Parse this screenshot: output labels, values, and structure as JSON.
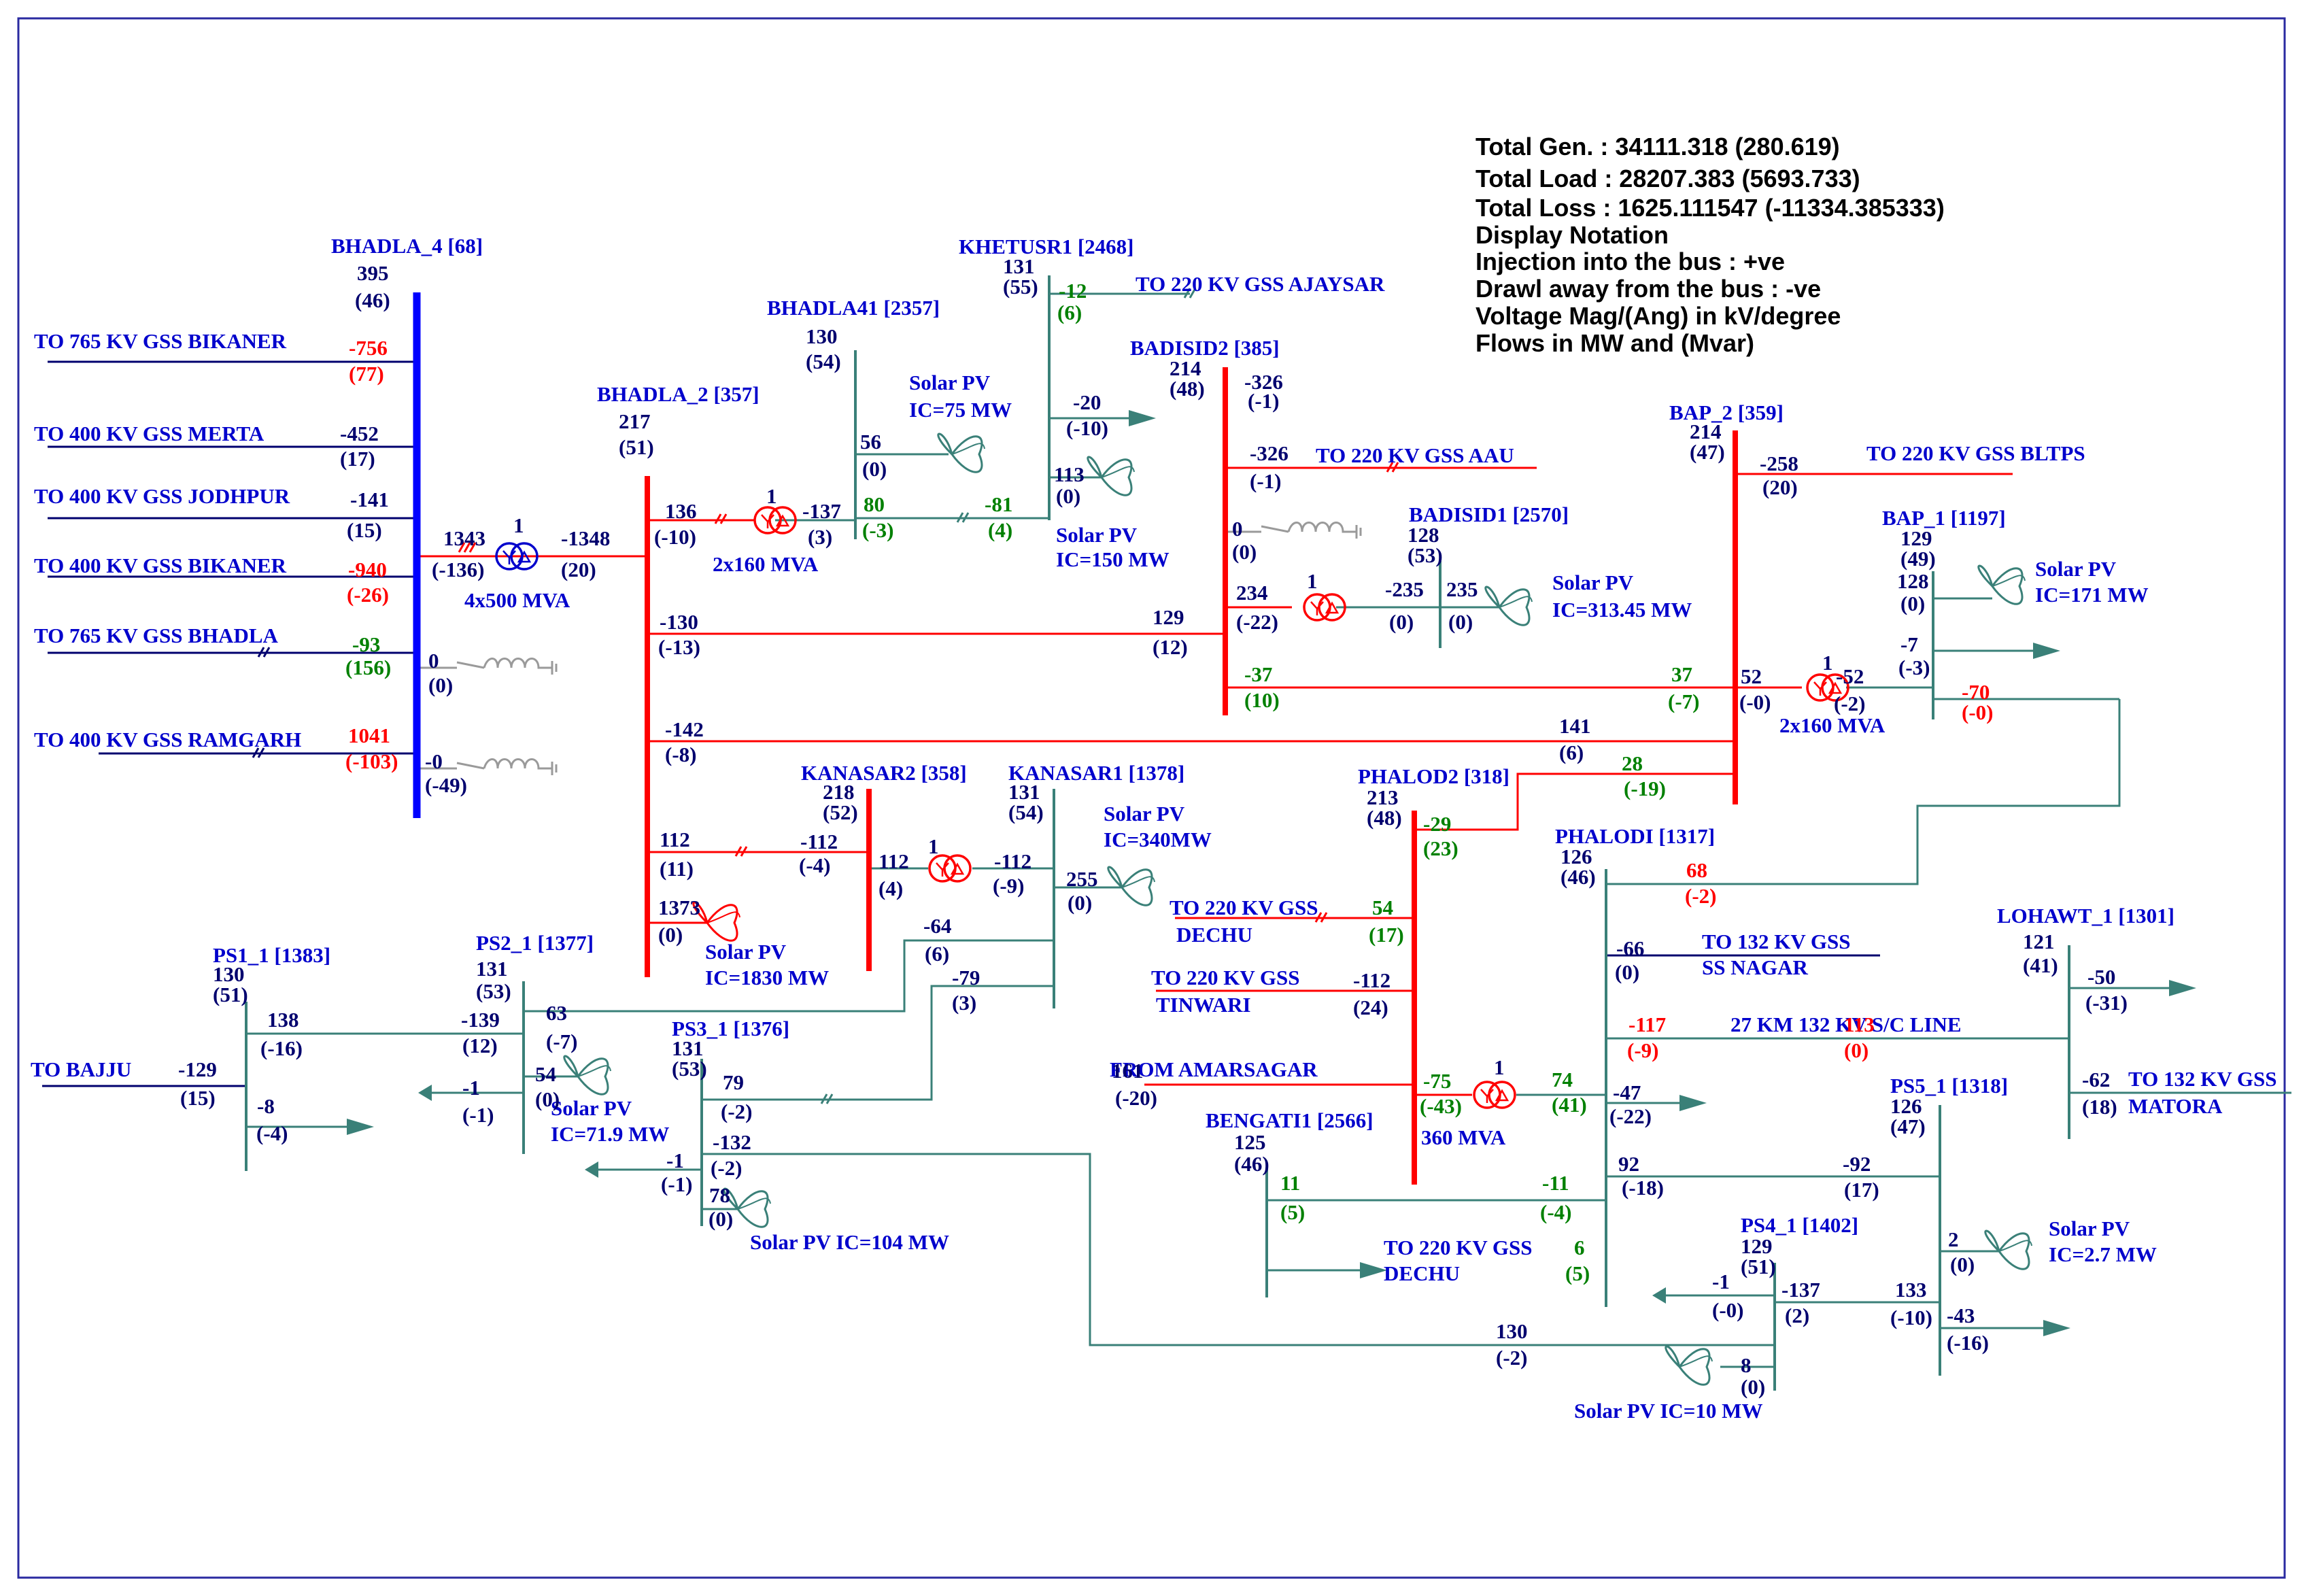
{
  "notes": [
    "Total Gen. : 34111.318 (280.619)",
    "Total Load  : 28207.383 (5693.733)",
    "Total Loss  : 1625.111547 (-11334.385333)",
    "Display Notation",
    "Injection into the bus : +ve",
    "Drawl away from the bus : -ve",
    "Voltage Mag/(Ang) in kV/degree",
    "Flows in MW and (Mvar)"
  ],
  "colors": {
    "blue": "#0000cc",
    "navy": "#00006e",
    "red": "#ff0000",
    "green": "#008000",
    "teal": "#3a8078",
    "grey": "#9a9a9a",
    "frame": "#2a2aa0"
  },
  "icons": {
    "transformer": "transformer-icon",
    "solar": "solar-pv-icon",
    "reactor": "reactor-icon",
    "load": "load-arrow-icon"
  },
  "buses": [
    {
      "id": "bhadla4",
      "name": "BHADLA_4 [68]",
      "v": "395",
      "a": "(46)"
    },
    {
      "id": "bhadla2",
      "name": "BHADLA_2 [357]",
      "v": "217",
      "a": "(51)"
    },
    {
      "id": "bhadla41",
      "name": "BHADLA41 [2357]",
      "v": "130",
      "a": "(54)"
    },
    {
      "id": "khetusr1",
      "name": "KHETUSR1 [2468]",
      "v": "131",
      "a": "(55)"
    },
    {
      "id": "badisid2",
      "name": "BADISID2 [385]",
      "v": "214",
      "a": "(48)"
    },
    {
      "id": "badisid1",
      "name": "BADISID1 [2570]",
      "v": "128",
      "a": "(53)"
    },
    {
      "id": "bap2",
      "name": "BAP_2 [359]",
      "v": "214",
      "a": "(47)"
    },
    {
      "id": "bap1",
      "name": "BAP_1 [1197]",
      "v": "129",
      "a": "(49)"
    },
    {
      "id": "kanasar2",
      "name": "KANASAR2 [358]",
      "v": "218",
      "a": "(52)"
    },
    {
      "id": "kanasar1",
      "name": "KANASAR1 [1378]",
      "v": "131",
      "a": "(54)"
    },
    {
      "id": "phalod2",
      "name": "PHALOD2 [318]",
      "v": "213",
      "a": "(48)"
    },
    {
      "id": "phalodi",
      "name": "PHALODI [1317]",
      "v": "126",
      "a": "(46)"
    },
    {
      "id": "lohawt1",
      "name": "LOHAWT_1 [1301]",
      "v": "121",
      "a": "(41)"
    },
    {
      "id": "ps1",
      "name": "PS1_1 [1383]",
      "v": "130",
      "a": "(51)"
    },
    {
      "id": "ps2",
      "name": "PS2_1 [1377]",
      "v": "131",
      "a": "(53)"
    },
    {
      "id": "ps3",
      "name": "PS3_1 [1376]",
      "v": "131",
      "a": "(53)"
    },
    {
      "id": "bengati",
      "name": "BENGATI1 [2566]",
      "v": "125",
      "a": "(46)"
    },
    {
      "id": "ps5",
      "name": "PS5_1 [1318]",
      "v": "126",
      "a": "(47)"
    },
    {
      "id": "ps4",
      "name": "PS4_1 [1402]",
      "v": "129",
      "a": "(51)"
    }
  ],
  "lines": [
    "TO  765 KV GSS BIKANER",
    "TO  400 KV GSS MERTA",
    "TO  400 KV GSS JODHPUR",
    "TO  400 KV GSS BIKANER",
    "TO  765 KV GSS BHADLA",
    "TO  400 KV GSS RAMGARH",
    "TO 220 KV GSS AJAYSAR",
    "TO 220 KV GSS AAU",
    "TO 220 KV GSS BLTPS",
    "TO 220 KV GSS",
    "DECHU",
    "TO 220 KV GSS",
    "TINWARI",
    "FROM AMARSAGAR",
    "TO 132 KV GSS",
    "SS NAGAR",
    "27 KM 132 KV S/C LINE",
    "TO 132 KV GSS",
    "MATORA",
    "TO BAJJU",
    "TO 220 KV GSS",
    "DECHU"
  ],
  "equipment": [
    "4x500 MVA",
    "2x160 MVA",
    "2x160 MVA",
    "360 MVA",
    "Solar PV",
    "IC=75 MW",
    "Solar PV",
    "IC=150 MW",
    "Solar PV",
    "IC=313.45 MW",
    "Solar PV",
    "IC=171 MW",
    "Solar PV",
    "IC=340MW",
    "Solar PV",
    "IC=1830 MW",
    "Solar PV",
    "IC=71.9 MW",
    "Solar PV IC=104 MW",
    "Solar PV",
    "IC=2.7 MW",
    "Solar PV IC=10 MW"
  ],
  "flows": [
    {
      "t": "-756",
      "c": "red"
    },
    {
      "t": "(77)",
      "c": "red"
    },
    {
      "t": "-452",
      "c": "navy"
    },
    {
      "t": "(17)",
      "c": "navy"
    },
    {
      "t": "-141",
      "c": "navy"
    },
    {
      "t": "(15)",
      "c": "navy"
    },
    {
      "t": "-940",
      "c": "red"
    },
    {
      "t": "(-26)",
      "c": "red"
    },
    {
      "t": "-93",
      "c": "green"
    },
    {
      "t": "(156)",
      "c": "green"
    },
    {
      "t": "1041",
      "c": "red"
    },
    {
      "t": "(-103)",
      "c": "red"
    },
    {
      "t": "1343",
      "c": "navy"
    },
    {
      "t": "(-136)",
      "c": "navy"
    },
    {
      "t": "-1348",
      "c": "navy"
    },
    {
      "t": "(20)",
      "c": "navy"
    },
    {
      "t": "0",
      "c": "navy"
    },
    {
      "t": "(0)",
      "c": "navy"
    },
    {
      "t": "-0",
      "c": "navy"
    },
    {
      "t": "(-49)",
      "c": "navy"
    },
    {
      "t": "136",
      "c": "navy"
    },
    {
      "t": "(-10)",
      "c": "navy"
    },
    {
      "t": "-137",
      "c": "navy"
    },
    {
      "t": "(3)",
      "c": "navy"
    },
    {
      "t": "56",
      "c": "navy"
    },
    {
      "t": "(0)",
      "c": "navy"
    },
    {
      "t": "80",
      "c": "green"
    },
    {
      "t": "(-3)",
      "c": "green"
    },
    {
      "t": "-81",
      "c": "green"
    },
    {
      "t": "(4)",
      "c": "green"
    },
    {
      "t": "-12",
      "c": "green"
    },
    {
      "t": "(6)",
      "c": "green"
    },
    {
      "t": "-20",
      "c": "navy"
    },
    {
      "t": "(-10)",
      "c": "navy"
    },
    {
      "t": "113",
      "c": "navy"
    },
    {
      "t": "(0)",
      "c": "navy"
    },
    {
      "t": "-326",
      "c": "navy"
    },
    {
      "t": "(-1)",
      "c": "navy"
    },
    {
      "t": "-326",
      "c": "navy"
    },
    {
      "t": "(-1)",
      "c": "navy"
    },
    {
      "t": "0",
      "c": "navy"
    },
    {
      "t": "(0)",
      "c": "navy"
    },
    {
      "t": "234",
      "c": "navy"
    },
    {
      "t": "(-22)",
      "c": "navy"
    },
    {
      "t": "-235",
      "c": "navy"
    },
    {
      "t": "(0)",
      "c": "navy"
    },
    {
      "t": "235",
      "c": "navy"
    },
    {
      "t": "(0)",
      "c": "navy"
    },
    {
      "t": "-130",
      "c": "navy"
    },
    {
      "t": "(-13)",
      "c": "navy"
    },
    {
      "t": "129",
      "c": "navy"
    },
    {
      "t": "(12)",
      "c": "navy"
    },
    {
      "t": "-37",
      "c": "green"
    },
    {
      "t": "(10)",
      "c": "green"
    },
    {
      "t": "37",
      "c": "green"
    },
    {
      "t": "(-7)",
      "c": "green"
    },
    {
      "t": "-258",
      "c": "navy"
    },
    {
      "t": "(20)",
      "c": "navy"
    },
    {
      "t": "52",
      "c": "navy"
    },
    {
      "t": "(-0)",
      "c": "navy"
    },
    {
      "t": "-52",
      "c": "navy"
    },
    {
      "t": "(-2)",
      "c": "navy"
    },
    {
      "t": "128",
      "c": "navy"
    },
    {
      "t": "(0)",
      "c": "navy"
    },
    {
      "t": "-7",
      "c": "navy"
    },
    {
      "t": "(-3)",
      "c": "navy"
    },
    {
      "t": "-70",
      "c": "red"
    },
    {
      "t": "(-0)",
      "c": "red"
    },
    {
      "t": "-142",
      "c": "navy"
    },
    {
      "t": "(-8)",
      "c": "navy"
    },
    {
      "t": "141",
      "c": "navy"
    },
    {
      "t": "(6)",
      "c": "navy"
    },
    {
      "t": "28",
      "c": "green"
    },
    {
      "t": "(-19)",
      "c": "green"
    },
    {
      "t": "112",
      "c": "navy"
    },
    {
      "t": "(11)",
      "c": "navy"
    },
    {
      "t": "-112",
      "c": "navy"
    },
    {
      "t": "(-4)",
      "c": "navy"
    },
    {
      "t": "112",
      "c": "navy"
    },
    {
      "t": "(4)",
      "c": "navy"
    },
    {
      "t": "-112",
      "c": "navy"
    },
    {
      "t": "(-9)",
      "c": "navy"
    },
    {
      "t": "255",
      "c": "navy"
    },
    {
      "t": "(0)",
      "c": "navy"
    },
    {
      "t": "-64",
      "c": "navy"
    },
    {
      "t": "(6)",
      "c": "navy"
    },
    {
      "t": "-79",
      "c": "navy"
    },
    {
      "t": "(3)",
      "c": "navy"
    },
    {
      "t": "1373",
      "c": "navy"
    },
    {
      "t": "(0)",
      "c": "navy"
    },
    {
      "t": "-29",
      "c": "green"
    },
    {
      "t": "(23)",
      "c": "green"
    },
    {
      "t": "54",
      "c": "green"
    },
    {
      "t": "(17)",
      "c": "green"
    },
    {
      "t": "-112",
      "c": "navy"
    },
    {
      "t": "(24)",
      "c": "navy"
    },
    {
      "t": "161",
      "c": "navy"
    },
    {
      "t": "(-20)",
      "c": "navy"
    },
    {
      "t": "-75",
      "c": "green"
    },
    {
      "t": "(-43)",
      "c": "green"
    },
    {
      "t": "74",
      "c": "green"
    },
    {
      "t": "(41)",
      "c": "green"
    },
    {
      "t": "68",
      "c": "red"
    },
    {
      "t": "(-2)",
      "c": "red"
    },
    {
      "t": "-66",
      "c": "navy"
    },
    {
      "t": "(0)",
      "c": "navy"
    },
    {
      "t": "-117",
      "c": "red"
    },
    {
      "t": "(-9)",
      "c": "red"
    },
    {
      "t": "113",
      "c": "red"
    },
    {
      "t": "(0)",
      "c": "red"
    },
    {
      "t": "-47",
      "c": "navy"
    },
    {
      "t": "(-22)",
      "c": "navy"
    },
    {
      "t": "92",
      "c": "navy"
    },
    {
      "t": "(-18)",
      "c": "navy"
    },
    {
      "t": "-92",
      "c": "navy"
    },
    {
      "t": "(17)",
      "c": "navy"
    },
    {
      "t": "-50",
      "c": "navy"
    },
    {
      "t": "(-31)",
      "c": "navy"
    },
    {
      "t": "-62",
      "c": "navy"
    },
    {
      "t": "(18)",
      "c": "navy"
    },
    {
      "t": "138",
      "c": "navy"
    },
    {
      "t": "(-16)",
      "c": "navy"
    },
    {
      "t": "-129",
      "c": "navy"
    },
    {
      "t": "(15)",
      "c": "navy"
    },
    {
      "t": "-8",
      "c": "navy"
    },
    {
      "t": "(-4)",
      "c": "navy"
    },
    {
      "t": "-139",
      "c": "navy"
    },
    {
      "t": "(12)",
      "c": "navy"
    },
    {
      "t": "63",
      "c": "navy"
    },
    {
      "t": "(-7)",
      "c": "navy"
    },
    {
      "t": "-1",
      "c": "navy"
    },
    {
      "t": "(-1)",
      "c": "navy"
    },
    {
      "t": "54",
      "c": "navy"
    },
    {
      "t": "(0)",
      "c": "navy"
    },
    {
      "t": "79",
      "c": "navy"
    },
    {
      "t": "(-2)",
      "c": "navy"
    },
    {
      "t": "-1",
      "c": "navy"
    },
    {
      "t": "(-1)",
      "c": "navy"
    },
    {
      "t": "-132",
      "c": "navy"
    },
    {
      "t": "(-2)",
      "c": "navy"
    },
    {
      "t": "78",
      "c": "navy"
    },
    {
      "t": "(0)",
      "c": "navy"
    },
    {
      "t": "11",
      "c": "green"
    },
    {
      "t": "(5)",
      "c": "green"
    },
    {
      "t": "-11",
      "c": "green"
    },
    {
      "t": "(-4)",
      "c": "green"
    },
    {
      "t": "6",
      "c": "green"
    },
    {
      "t": "(5)",
      "c": "green"
    },
    {
      "t": "130",
      "c": "navy"
    },
    {
      "t": "(-2)",
      "c": "navy"
    },
    {
      "t": "-1",
      "c": "navy"
    },
    {
      "t": "(-0)",
      "c": "navy"
    },
    {
      "t": "-137",
      "c": "navy"
    },
    {
      "t": "(2)",
      "c": "navy"
    },
    {
      "t": "133",
      "c": "navy"
    },
    {
      "t": "(-10)",
      "c": "navy"
    },
    {
      "t": "2",
      "c": "navy"
    },
    {
      "t": "(0)",
      "c": "navy"
    },
    {
      "t": "-43",
      "c": "navy"
    },
    {
      "t": "(-16)",
      "c": "navy"
    },
    {
      "t": "8",
      "c": "navy"
    },
    {
      "t": "(0)",
      "c": "navy"
    }
  ],
  "tx_taps": [
    "1",
    "1",
    "1",
    "1",
    "1"
  ]
}
